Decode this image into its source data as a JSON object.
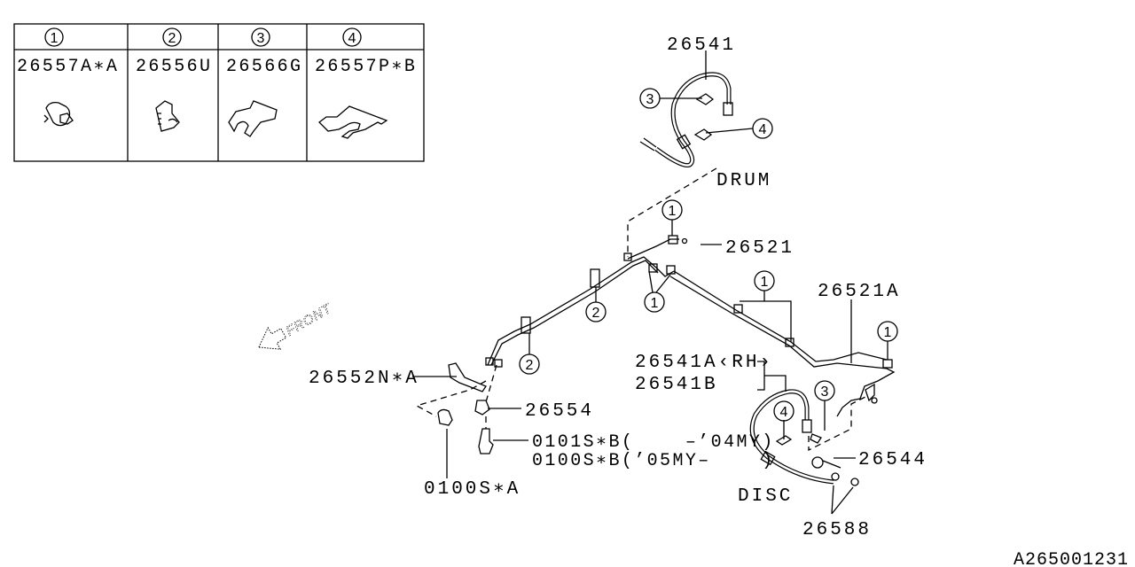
{
  "legend": [
    {
      "callout": "1",
      "part": "26557A∗A"
    },
    {
      "callout": "2",
      "part": "26556U"
    },
    {
      "callout": "3",
      "part": "26566G"
    },
    {
      "callout": "4",
      "part": "26557P∗B"
    }
  ],
  "labels": {
    "hose_drum": "26541",
    "drum": "DRUM",
    "pipe_front": "26521",
    "pipe_rear": "26521A",
    "hose_rh": "26541A‹RH›",
    "hose_lh": "26541B",
    "bracket": "26552N∗A",
    "clip": "26554",
    "bolt_b1": "0101S∗B(    –’04MY)",
    "bolt_b2": "0100S∗B(’05MY–    )",
    "union_bolt": "26544",
    "disc": "DISC",
    "gasket": "26588",
    "bolt_a": "0100S∗A",
    "front": "FRONT",
    "diagram_id": "A265001231"
  },
  "callouts": [
    "3",
    "4",
    "1",
    "1",
    "2",
    "2",
    "1",
    "1",
    "4",
    "3"
  ]
}
